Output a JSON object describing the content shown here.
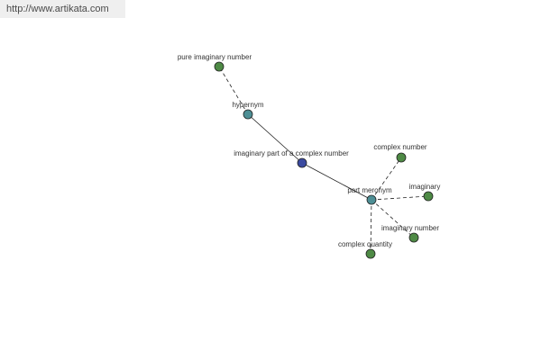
{
  "watermark": "http://www.artikata.com",
  "colors": {
    "center": "#3b4aa0",
    "relation": "#4e8f95",
    "term": "#4e8a45"
  },
  "nodes": {
    "center": "imaginary part of a complex number",
    "hypernym": "hypernym",
    "pure_imaginary_number": "pure imaginary number",
    "part_meronym": "part meronym",
    "complex_number": "complex number",
    "imaginary": "imaginary",
    "imaginary_number": "imaginary number",
    "complex_quantity": "complex quantity"
  }
}
